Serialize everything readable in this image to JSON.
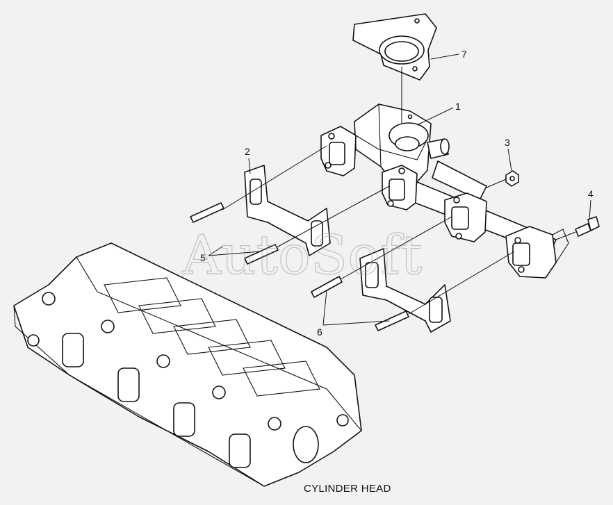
{
  "watermark": "AutoSoft",
  "caption": "CYLINDER HEAD",
  "callouts": [
    {
      "id": "c1",
      "label": "1"
    },
    {
      "id": "c2",
      "label": "2"
    },
    {
      "id": "c3",
      "label": "3"
    },
    {
      "id": "c4",
      "label": "4"
    },
    {
      "id": "c5",
      "label": "5"
    },
    {
      "id": "c6",
      "label": "6"
    },
    {
      "id": "c7",
      "label": "7"
    }
  ]
}
